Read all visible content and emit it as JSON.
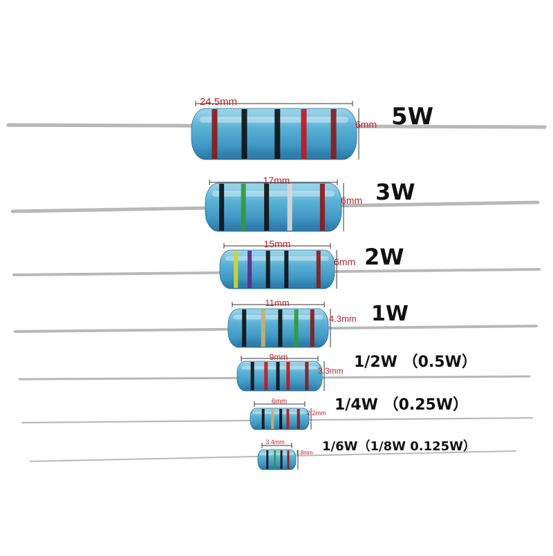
{
  "resistors": [
    {
      "length_label": "24.5mm",
      "diameter_label": "6mm",
      "power_label": "5W",
      "bands": [
        "#8b1a1a",
        "#111111",
        "#111111",
        "#c0181e",
        "#8b1a1a"
      ]
    },
    {
      "length_label": "17mm",
      "diameter_label": "6mm",
      "power_label": "3W",
      "bands": [
        "#111111",
        "#2e9b3a",
        "#111111",
        "#d8d8d8",
        "#8b1a1a"
      ]
    },
    {
      "length_label": "15mm",
      "diameter_label": "6mm",
      "power_label": "2W",
      "bands": [
        "#cfd62a",
        "#5a2a8a",
        "#111111",
        "#111111",
        "#8b1a1a"
      ]
    },
    {
      "length_label": "11mm",
      "diameter_label": "4.3mm",
      "power_label": "1W",
      "bands": [
        "#111111",
        "#c9b06a",
        "#111111",
        "#2e9b3a",
        "#8b1a1a"
      ]
    },
    {
      "length_label": "9mm",
      "diameter_label": "3.3mm",
      "power_label": "1/2W （0.5W）",
      "bands": [
        "#111111",
        "#c0181e",
        "#111111",
        "#c0181e",
        "#8b1a1a"
      ]
    },
    {
      "length_label": "6mm",
      "diameter_label": "2.2mm",
      "power_label": "1/4W （0.25W）",
      "bands": [
        "#111111",
        "#c9b06a",
        "#111111",
        "#c0181e",
        "#8b1a1a"
      ]
    },
    {
      "length_label": "3.4mm",
      "diameter_label": "1.8mm",
      "power_label": "1/6W（1/8W 0.125W）",
      "bands": [
        "#111111",
        "#2e9b3a",
        "#111111",
        "#8b1a1a"
      ]
    }
  ],
  "colors": {
    "body_light": "#8fd0e6",
    "body_mid": "#4fa9d0",
    "body_dark": "#2c7fae",
    "wire": "#b8b8b8",
    "dimension_red": "#c0202c"
  }
}
